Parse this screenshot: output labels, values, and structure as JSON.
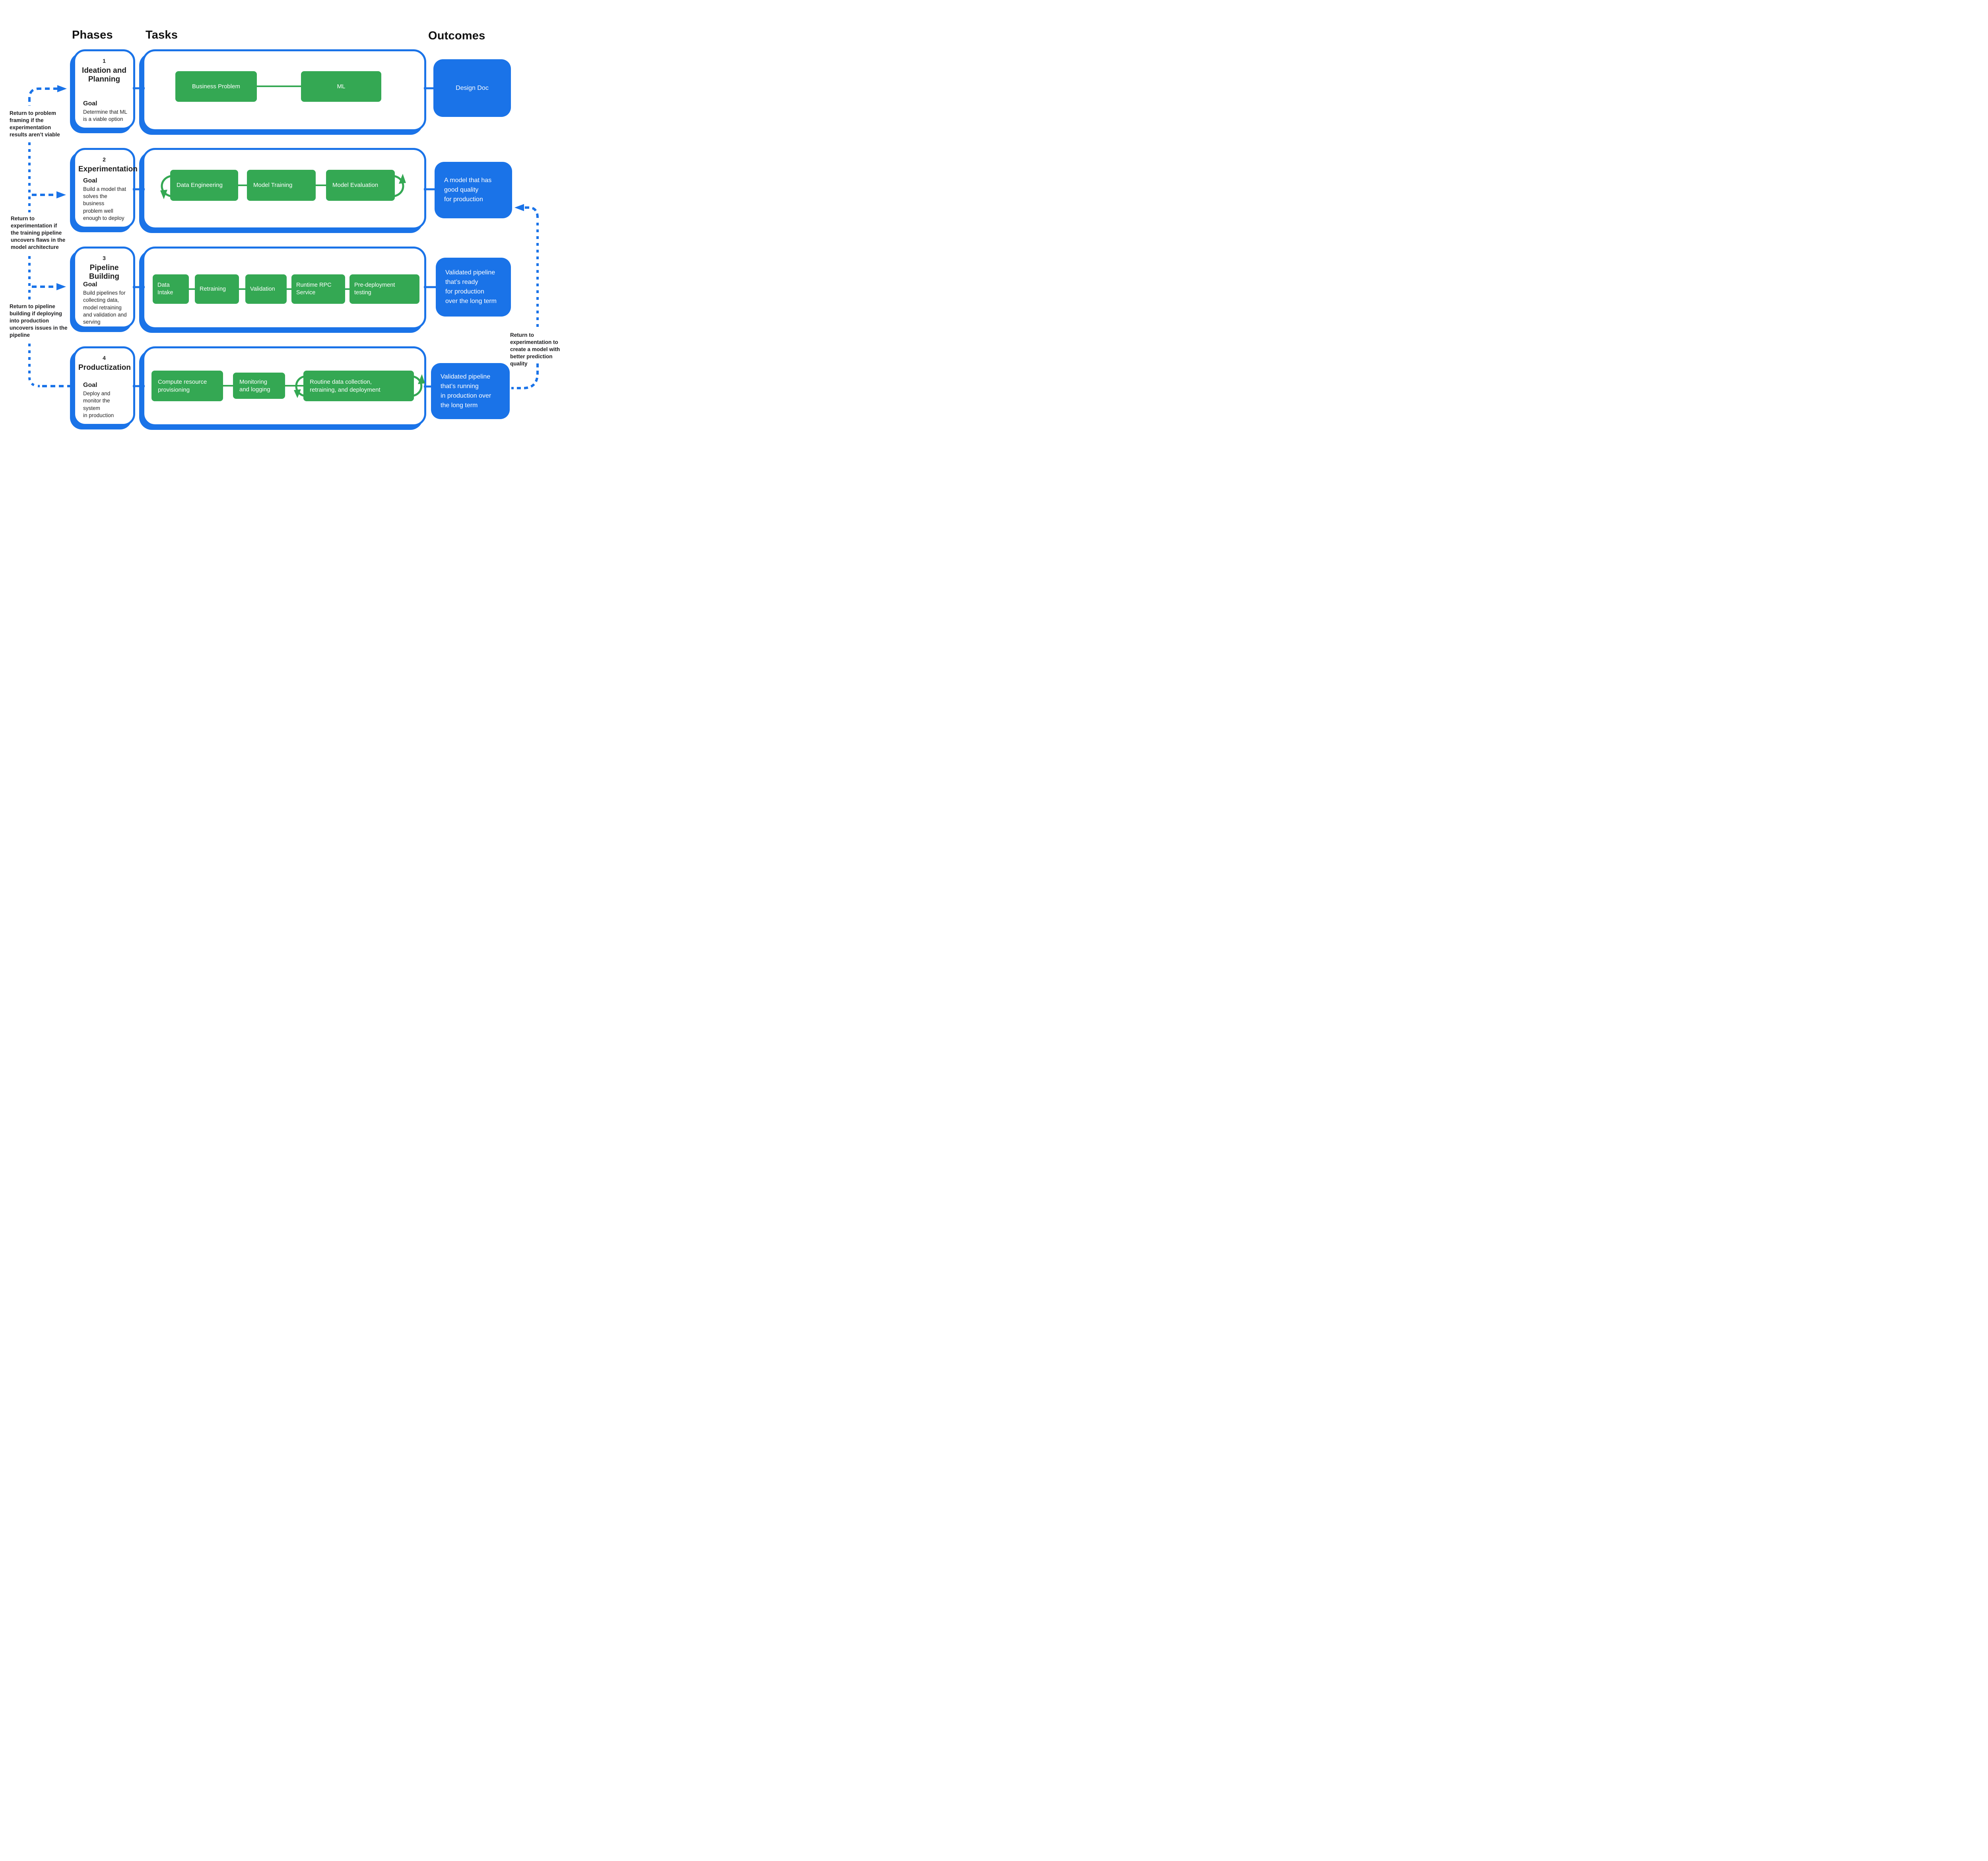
{
  "colors": {
    "blue": "#1a73e8",
    "green": "#34a853",
    "text": "#1f1f1f"
  },
  "headers": {
    "phases": "Phases",
    "tasks": "Tasks",
    "outcomes": "Outcomes"
  },
  "phases": [
    {
      "number": "1",
      "title": "Ideation and\nPlanning",
      "goal_label": "Goal",
      "goal_text": "Determine that ML\nis a viable option",
      "tasks": [
        "Business Problem",
        "ML"
      ],
      "outcome": "Design Doc"
    },
    {
      "number": "2",
      "title": "Experimentation",
      "goal_label": "Goal",
      "goal_text": "Build a model that\nsolves the business\nproblem well\nenough to deploy",
      "tasks": [
        "Data Engineering",
        "Model Training",
        "Model Evaluation"
      ],
      "outcome": "A model that has\ngood quality\nfor production"
    },
    {
      "number": "3",
      "title": "Pipeline Building",
      "goal_label": "Goal",
      "goal_text": "Build pipelines for\ncollecting data,\nmodel retraining\nand validation and\nserving",
      "tasks": [
        "Data\nIntake",
        "Retraining",
        "Validation",
        "Runtime RPC\nService",
        "Pre-deployment\ntesting"
      ],
      "outcome": "Validated pipeline\nthat’s ready\nfor production\nover the long term"
    },
    {
      "number": "4",
      "title": "Productization",
      "goal_label": "Goal",
      "goal_text": "Deploy and\nmonitor the system\nin production",
      "tasks": [
        "Compute resource\nprovisioning",
        "Monitoring\nand logging",
        "Routine data collection,\nretraining, and deployment"
      ],
      "outcome": "Validated pipeline\nthat’s running\nin production over\nthe long term"
    }
  ],
  "annotations": {
    "left": [
      "Return to problem\nframing if the\nexperimentation\nresults aren’t viable",
      "Return to\nexperimentation if\nthe training pipeline\nuncovers flaws in the\nmodel architecture",
      "Return to pipeline\nbuilding if deploying\ninto production\nuncovers issues in the\npipeline"
    ],
    "right": "Return to\nexperimentation to\ncreate a model with\nbetter prediction\nquality"
  }
}
